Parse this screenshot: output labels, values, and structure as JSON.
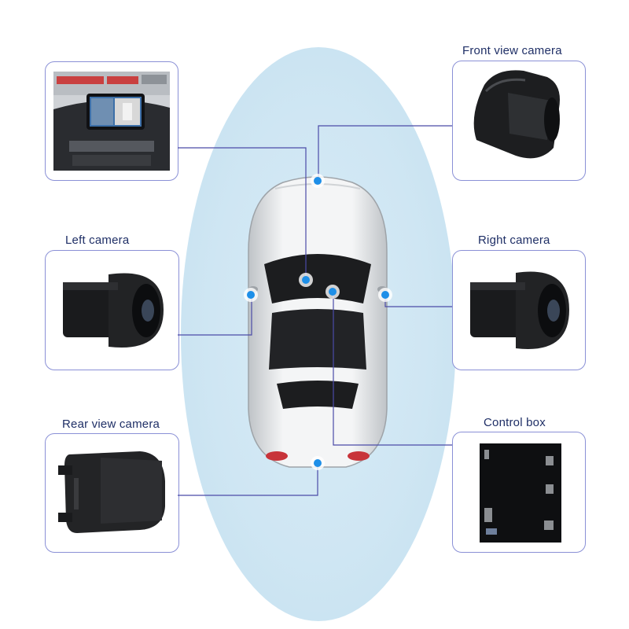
{
  "labels": {
    "front": "Front view camera",
    "left": "Left camera",
    "right": "Right camera",
    "rear": "Rear view camera",
    "control": "Control box"
  },
  "colors": {
    "connector_line": "#4b4ba8",
    "dot": "#1e8fe8",
    "box_border": "#8a90d6",
    "label_text": "#1f2f66",
    "ellipse_fill": "#cfe6f3"
  }
}
